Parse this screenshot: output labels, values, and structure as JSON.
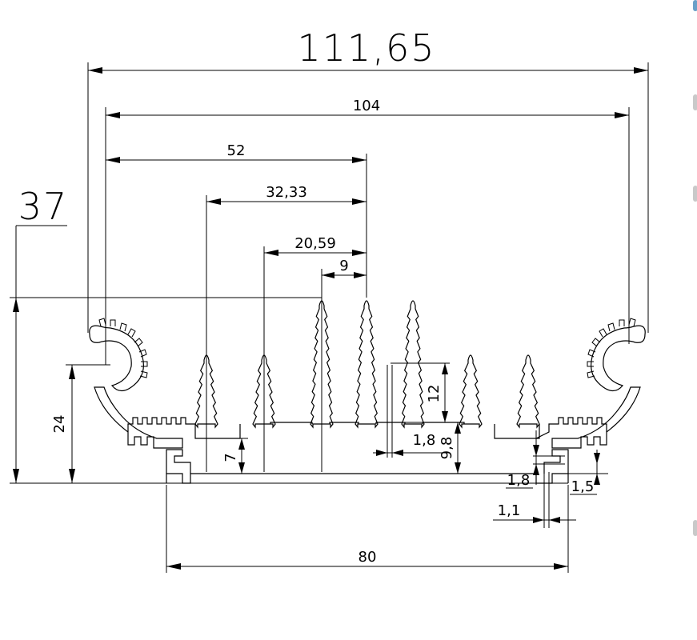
{
  "dimensions": {
    "overall_width": "111,65",
    "center_width": "104",
    "half_width": "52",
    "fin_32": "32,33",
    "fin_20": "20,59",
    "pitch": "9",
    "height_total": "37",
    "height_24": "24",
    "fin_height_12": "12",
    "base_7": "7",
    "thickness_1_8_fin": "1,8",
    "base_9_8": "9,8",
    "slot_1_8": "1,8",
    "slot_1_5": "1,5",
    "slot_1_1": "1,1",
    "base_width": "80"
  },
  "colors": {
    "line": "#000000",
    "background": "#ffffff",
    "edge_accent": "#6aa0c8"
  }
}
